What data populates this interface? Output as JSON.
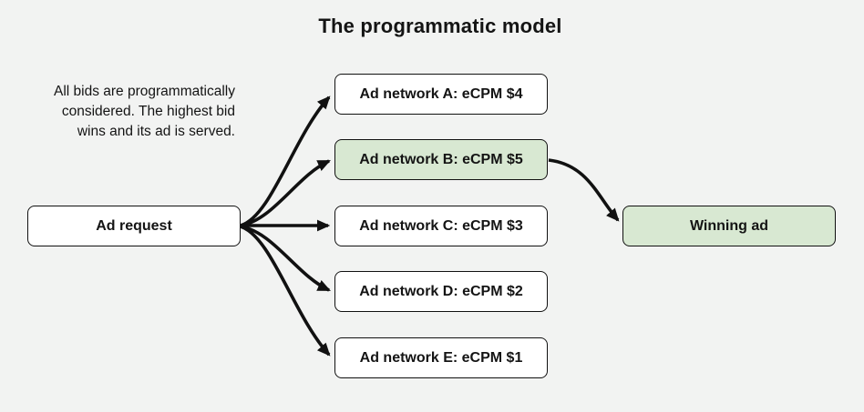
{
  "title": {
    "text": "The programmatic model"
  },
  "caption": {
    "lines": [
      "All bids are programmatically",
      "considered. The highest bid",
      "wins and its ad is served."
    ]
  },
  "nodes": {
    "ad_request": {
      "label": "Ad request"
    },
    "networks": [
      {
        "id": "A",
        "label": "Ad network A: eCPM $4",
        "ecpm": 4,
        "highlighted": false
      },
      {
        "id": "B",
        "label": "Ad network B: eCPM $5",
        "ecpm": 5,
        "highlighted": true
      },
      {
        "id": "C",
        "label": "Ad network C: eCPM $3",
        "ecpm": 3,
        "highlighted": false
      },
      {
        "id": "D",
        "label": "Ad network D: eCPM $2",
        "ecpm": 2,
        "highlighted": false
      },
      {
        "id": "E",
        "label": "Ad network E: eCPM $1",
        "ecpm": 1,
        "highlighted": false
      }
    ],
    "winning_ad": {
      "label": "Winning ad",
      "highlighted": true
    }
  },
  "colors": {
    "background": "#f2f3f2",
    "box_fill": "#ffffff",
    "highlight_fill": "#d8e8d2",
    "border": "#111111",
    "arrow": "#111111",
    "text": "#141414"
  }
}
